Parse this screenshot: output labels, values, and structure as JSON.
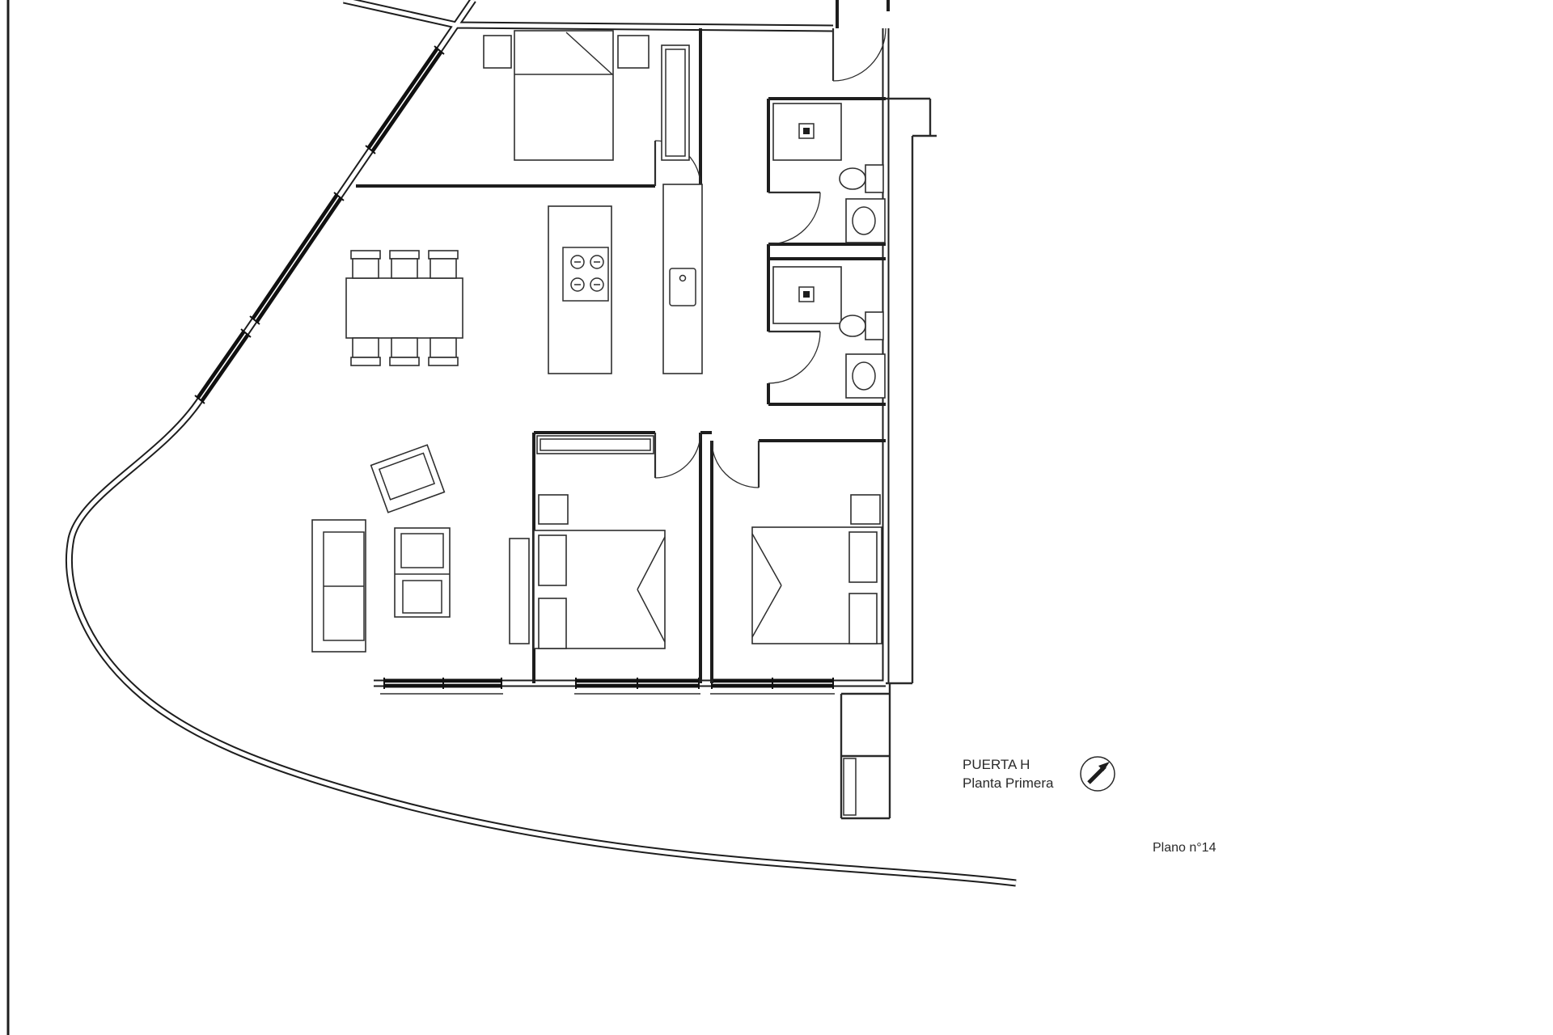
{
  "title_block": {
    "door_label": "PUERTA H",
    "floor_label": "Planta Primera",
    "sheet_label": "Plano n°14"
  },
  "icons": {
    "north_indicator": "compass-needle-icon"
  },
  "colors": {
    "line": "#1d1d1d",
    "background": "#ffffff"
  }
}
